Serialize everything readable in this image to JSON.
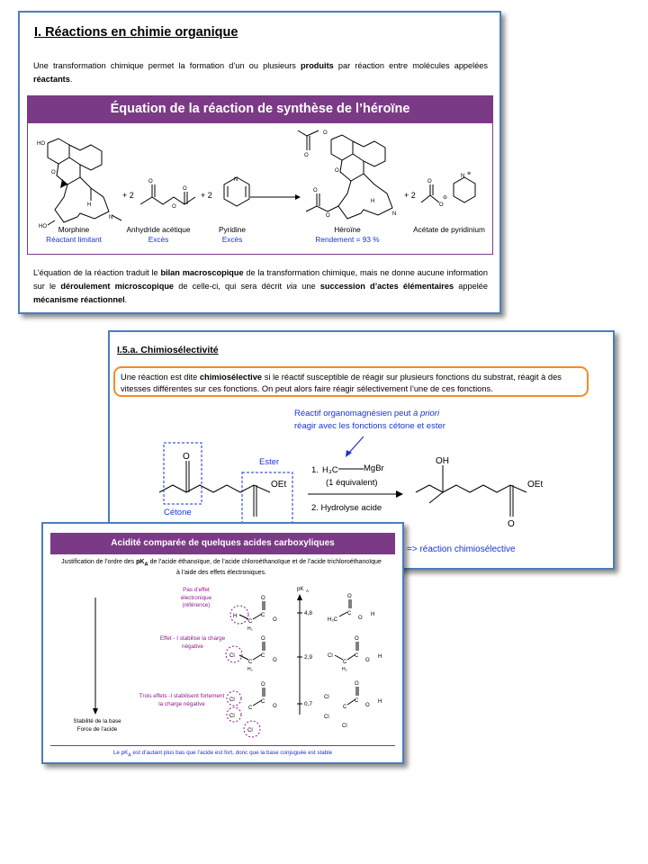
{
  "card1": {
    "title": "I. Réactions en chimie organique",
    "intro": {
      "t1": "Une transformation chimique permet la formation d’un ou plusieurs ",
      "b1": "produits",
      "t2": " par réaction entre molécules appelées ",
      "b2": "réactants",
      "t3": "."
    },
    "banner": "Équation de la réaction de synthèse de l’héroïne",
    "species": [
      {
        "name": "Morphine",
        "note": "Réactant limitant"
      },
      {
        "name": "Anhydride acétique",
        "note": "Excès"
      },
      {
        "name": "Pyridine",
        "note": "Excès"
      },
      {
        "name": "Héroïne",
        "note": "Rendement = 93 %"
      },
      {
        "name": "Acétate de pyridinium",
        "note": ""
      }
    ],
    "coef": "+ 2",
    "plus": "+",
    "atoms": {
      "ho": "HO",
      "o": "O",
      "h": "H",
      "n": "N",
      "nh": "N",
      "minus": "⊖",
      "plus_charge": "⊕"
    },
    "outro": {
      "t1": "L’équation de la réaction traduit le ",
      "b1": "bilan macroscopique",
      "t2": " de la transformation chimique, mais ne donne aucune information sur le ",
      "b2": "déroulement microscopique",
      "t3": " de celle-ci, qui sera décrit ",
      "i1": "via",
      "t4": " une ",
      "b3": "succession d’actes élémentaires",
      "t5": " appelée ",
      "b4": "mécanisme réactionnel",
      "t6": "."
    }
  },
  "card2": {
    "title": "I.5.a. Chimiosélectivité",
    "def": {
      "t1": "Une réaction est dite ",
      "b1": "chimiosélective",
      "t2": " si le réactif susceptible de réagir sur plusieurs fonctions du substrat, réagit à des vitesses différentes sur ces fonctions. On peut alors faire réagir sélectivement l’une de ces fonctions."
    },
    "note_line1_a": "Réactif organomagnésien peut ",
    "note_line1_i": "à priori",
    "note_line2": "réagir avec les fonctions cétone et ester",
    "label_ester": "Ester",
    "label_cetone": "Cétone",
    "step1": "1.",
    "reagent": "H₃C",
    "mgbr": "MgBr",
    "equiv": "(1 équivalent)",
    "step2": "2. Hydrolyse acide",
    "oet": "OEt",
    "oh": "OH",
    "o": "O",
    "conclusion": "=> réaction chimiosélective"
  },
  "card3": {
    "banner": "Acidité comparée de quelques acides carboxyliques",
    "intro_a": "Justification de l’ordre des ",
    "pka_bold": "pK",
    "pka_sub": "A",
    "intro_b": " de l’acide éthanoïque, de l’acide chloroéthanoïque et de l’acide trichloroéthanoïque à l’aide des effets électroniques.",
    "axis_label": "pK",
    "axis_sub": "A",
    "rows": [
      {
        "pka": "4,8",
        "effect": "Pas d’effet électronique (référence)"
      },
      {
        "pka": "2,9",
        "effect": "Effet - I stabilise la charge négative"
      },
      {
        "pka": "0,7",
        "effect": "Trois effets -I stabilisent fortement la charge négative"
      }
    ],
    "atoms": {
      "h": "H",
      "c": "C",
      "h2": "H₂",
      "o": "O",
      "cl": "Cl",
      "h3c": "H₃C"
    },
    "left_arrow_1": "Stabilité de la base",
    "left_arrow_2": "Force de l’acide",
    "footer_a": "Le pK",
    "footer_sub": "A",
    "footer_b": " est d’autant plus bas que l’acide est fort, donc que la base conjuguée est stable"
  },
  "colors": {
    "card_border": "#4a7ebf",
    "banner": "#7b3a86",
    "blue_text": "#1a33d6",
    "orange": "#f28c28",
    "purple_text": "#8b1a8b"
  }
}
